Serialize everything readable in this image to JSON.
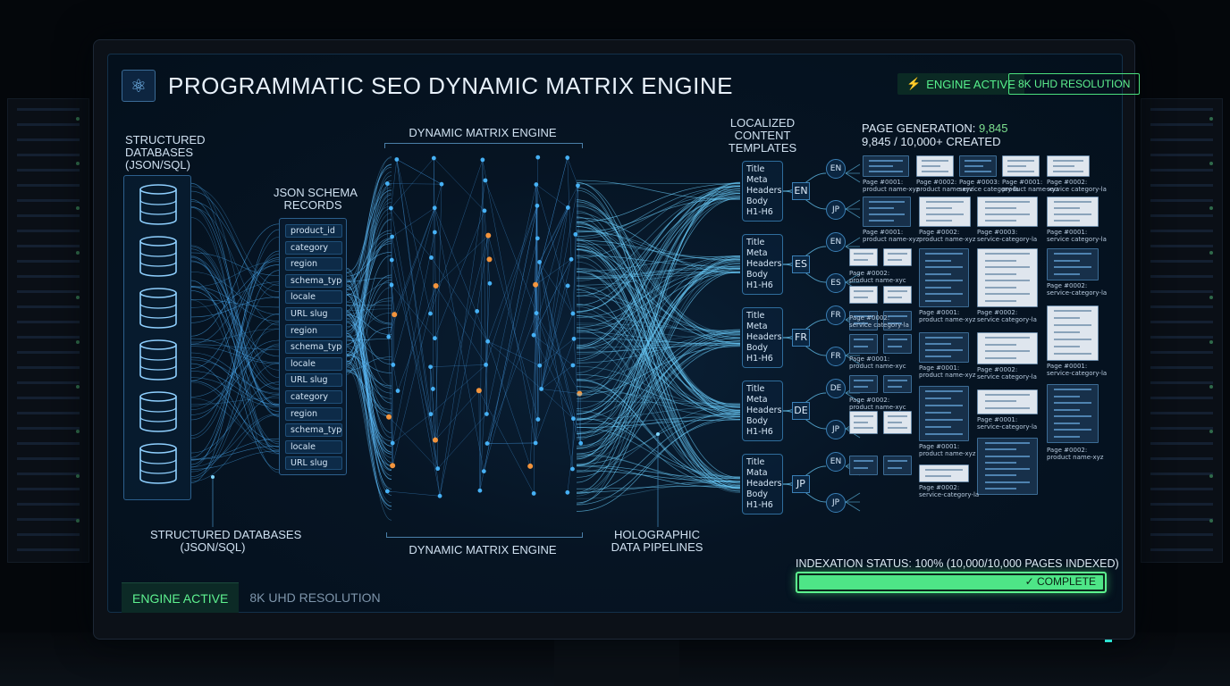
{
  "header": {
    "title": "PROGRAMMATIC SEO DYNAMIC MATRIX ENGINE",
    "status_label": "ENGINE ACTIVE",
    "resolution_label": "8K UHD RESOLUTION"
  },
  "sources": {
    "top_label": "STRUCTURED\nDATABASES\n(JSON/SQL)",
    "bottom_label": "STRUCTURED DATABASES\n(JSON/SQL)"
  },
  "schema": {
    "label": "JSON SCHEMA\nRECORDS",
    "fields": [
      "product_id",
      "category",
      "region",
      "schema_type",
      "locale",
      "URL slug",
      "region",
      "schema_type",
      "locale",
      "URL slug",
      "category",
      "region",
      "schema_type",
      "locale",
      "URL slug"
    ]
  },
  "matrix": {
    "top_label": "DYNAMIC MATRIX ENGINE",
    "bottom_label": "DYNAMIC MATRIX ENGINE"
  },
  "pipelines": {
    "label": "HOLOGRAPHIC\nDATA PIPELINES"
  },
  "templates": {
    "label": "LOCALIZED\nCONTENT\nTEMPLATES",
    "items": [
      {
        "lines": [
          "Title",
          "Meta",
          "Headers",
          "Body",
          "H1-H6"
        ],
        "locale": "EN",
        "in": "EN",
        "out": "JP"
      },
      {
        "lines": [
          "Title",
          "Meta",
          "Headers",
          "Body",
          "H1-H6"
        ],
        "locale": "ES",
        "in": "EN",
        "out": "ES"
      },
      {
        "lines": [
          "Title",
          "Meta",
          "Headers",
          "Body",
          "H1-H6"
        ],
        "locale": "FR",
        "in": "FR",
        "out": "FR"
      },
      {
        "lines": [
          "Title",
          "Meta",
          "Headers",
          "Body",
          "H1-H6"
        ],
        "locale": "DE",
        "in": "DE",
        "out": "JP"
      },
      {
        "lines": [
          "Title",
          "Mata",
          "Headers",
          "Body",
          "H1-H6"
        ],
        "locale": "JP",
        "in": "EN",
        "out": "JP"
      }
    ]
  },
  "generation": {
    "line1_prefix": "PAGE GENERATION: ",
    "line1_value": "9,845",
    "line2": "9,845 / 10,000+ CREATED",
    "captions": [
      "Page #0001:\nproduct name-xyz",
      "Page #0002:\nproduct name-xyz",
      "Page #0003:\nservice category-la",
      "Page #0001:\nproduct name-xyz",
      "Page #0002:\nservice category-la",
      "Page #0001:\nproduct name-xyz",
      "Page #0002:\nproduct name-xyz",
      "Page #0003:\nservice-category-la",
      "Page #0001:\nservice category-la",
      "Page #0002:\nproduct name-xyc",
      "Page #0002:\nservice category-la",
      "Page #0001:\nproduct name-xyz",
      "Page #0002:\nservice category-la",
      "Page #0002:\nservice-category-la",
      "Page #0001:\nproduct name-xyc",
      "Page #0001:\nproduct name-xyz",
      "Page #0002:\nservice category-la",
      "Page #0001:\nservice-category-la",
      "Page #0002:\nproduct name-xyc",
      "Page #0001:\nproduct name-xyz",
      "Page #0001:\nservice-category-la",
      "Page #0002:\nproduct name-xyz",
      "Page #0002:\nservice-category-la"
    ]
  },
  "indexation": {
    "label": "INDEXATION STATUS: 100% (10,000/10,000 PAGES INDEXED)",
    "progress": 1.0,
    "complete_label": "✓ COMPLETE"
  },
  "footer": {
    "tab_active": "ENGINE ACTIVE",
    "tab_resolution": "8K UHD RESOLUTION"
  },
  "colors": {
    "accent_green": "#5ef290",
    "accent_blue": "#4ab8ff",
    "node_orange": "#ff9a3c"
  },
  "icons": {
    "header": "atom-icon",
    "status": "bolt-icon",
    "database": "database-icon"
  }
}
